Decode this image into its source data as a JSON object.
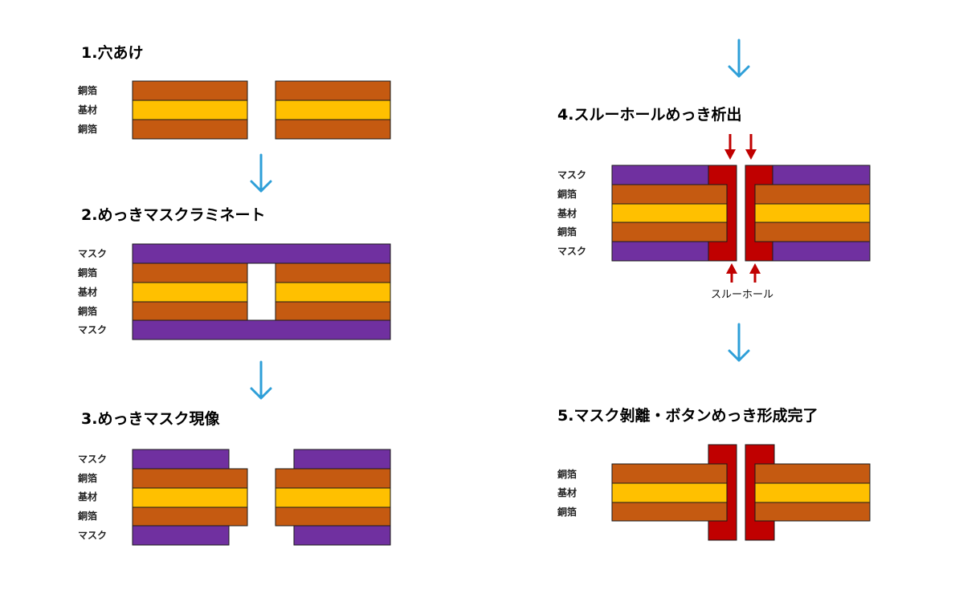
{
  "colors": {
    "copper": "#c55a11",
    "substrate": "#ffc000",
    "mask": "#7030a0",
    "plating": "#c00000",
    "arrow": "#2e9fd8",
    "outline": "#1a1a1a"
  },
  "steps": [
    {
      "title": "1.穴あけ",
      "layers": [
        "銅箔",
        "基材",
        "銅箔"
      ]
    },
    {
      "title": "2.めっきマスクラミネート",
      "layers": [
        "マスク",
        "銅箔",
        "基材",
        "銅箔",
        "マスク"
      ]
    },
    {
      "title": "3.めっきマスク現像",
      "layers": [
        "マスク",
        "銅箔",
        "基材",
        "銅箔",
        "マスク"
      ]
    },
    {
      "title": "4.スルーホールめっき析出",
      "layers": [
        "マスク",
        "銅箔",
        "基材",
        "銅箔",
        "マスク"
      ],
      "caption": "スルーホール"
    },
    {
      "title": "5.マスク剝離・ボタンめっき形成完了",
      "layers": [
        "銅箔",
        "基材",
        "銅箔"
      ]
    }
  ],
  "flow_icon": "down-arrow-icon",
  "plating_arrow_icon": "red-arrow-icon"
}
